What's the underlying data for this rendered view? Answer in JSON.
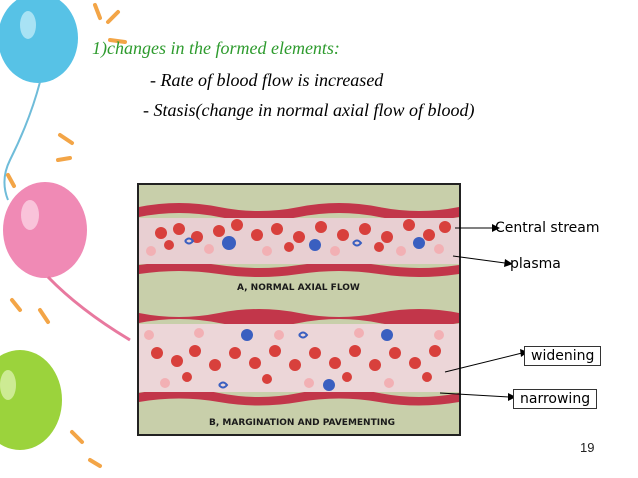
{
  "slide": {
    "heading": "1)changes in the formed elements:",
    "bullet1": "- Rate of blood flow is increased",
    "bullet2": "- Stasis(change in normal axial flow of blood)",
    "page_number": "19"
  },
  "figure": {
    "caption_a": "A, NORMAL AXIAL FLOW",
    "caption_b": "B, MARGINATION AND PAVEMENTING"
  },
  "callouts": {
    "central_stream": "Central stream",
    "plasma": "plasma",
    "widening": "widening",
    "narrowing": "narrowing"
  },
  "colors": {
    "heading": "#2e9b2e",
    "vessel_wall": "#c2364a",
    "rbc": "#d8403c",
    "wbc": "#3a5fc0",
    "figure_bg": "#c8cfaa"
  }
}
